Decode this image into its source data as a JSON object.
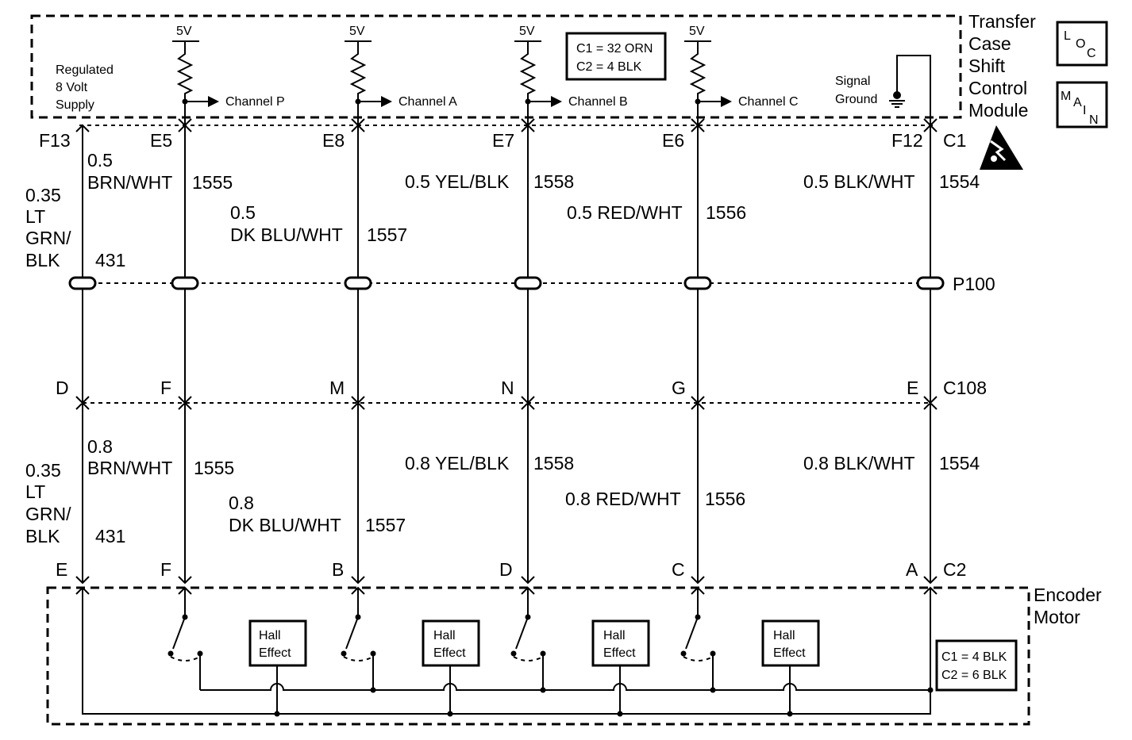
{
  "module": {
    "title_lines": [
      "Transfer",
      "Case",
      "Shift",
      "Control",
      "Module"
    ],
    "supply_lines": [
      "Regulated",
      "8 Volt",
      "Supply"
    ],
    "signal_ground_lines": [
      "Signal",
      "Ground"
    ],
    "connector_note_lines": [
      "C1 = 32 ORN",
      "C2 = 4 BLK"
    ],
    "channels": [
      {
        "voltage": "5V",
        "label": "Channel P"
      },
      {
        "voltage": "5V",
        "label": "Channel A"
      },
      {
        "voltage": "5V",
        "label": "Channel B"
      },
      {
        "voltage": "5V",
        "label": "Channel C"
      }
    ]
  },
  "badges": {
    "loc": [
      "L",
      "O",
      "C"
    ],
    "main": [
      "M",
      "A",
      "I",
      "N"
    ]
  },
  "top_pins": [
    "F13",
    "E5",
    "E8",
    "E7",
    "E6",
    "F12"
  ],
  "top_connector": "C1",
  "upper_wires": [
    {
      "size": "0.35",
      "color_lines": [
        "LT",
        "GRN/",
        "BLK"
      ],
      "circuit": "431"
    },
    {
      "size": "0.5",
      "color": "BRN/WHT",
      "circuit": "1555"
    },
    {
      "size": "0.5",
      "color": "DK BLU/WHT",
      "circuit": "1557"
    },
    {
      "label": "0.5 YEL/BLK",
      "circuit": "1558"
    },
    {
      "label": "0.5 RED/WHT",
      "circuit": "1556"
    },
    {
      "label": "0.5 BLK/WHT",
      "circuit": "1554"
    }
  ],
  "pass_through": "P100",
  "c108_pins": [
    "D",
    "F",
    "M",
    "N",
    "G",
    "E"
  ],
  "c108_connector": "C108",
  "lower_wires": [
    {
      "size": "0.35",
      "color_lines": [
        "LT",
        "GRN/",
        "BLK"
      ],
      "circuit": "431"
    },
    {
      "size": "0.8",
      "color": "BRN/WHT",
      "circuit": "1555"
    },
    {
      "size": "0.8",
      "color": "DK BLU/WHT",
      "circuit": "1557"
    },
    {
      "label": "0.8 YEL/BLK",
      "circuit": "1558"
    },
    {
      "label": "0.8 RED/WHT",
      "circuit": "1556"
    },
    {
      "label": "0.8 BLK/WHT",
      "circuit": "1554"
    }
  ],
  "c2_pins": [
    "E",
    "F",
    "B",
    "D",
    "C",
    "A"
  ],
  "c2_connector": "C2",
  "encoder": {
    "title_lines": [
      "Encoder",
      "Motor"
    ],
    "hall_label_lines": [
      "Hall",
      "Effect"
    ],
    "connector_note_lines": [
      "C1 = 4 BLK",
      "C2 = 6 BLK"
    ]
  }
}
